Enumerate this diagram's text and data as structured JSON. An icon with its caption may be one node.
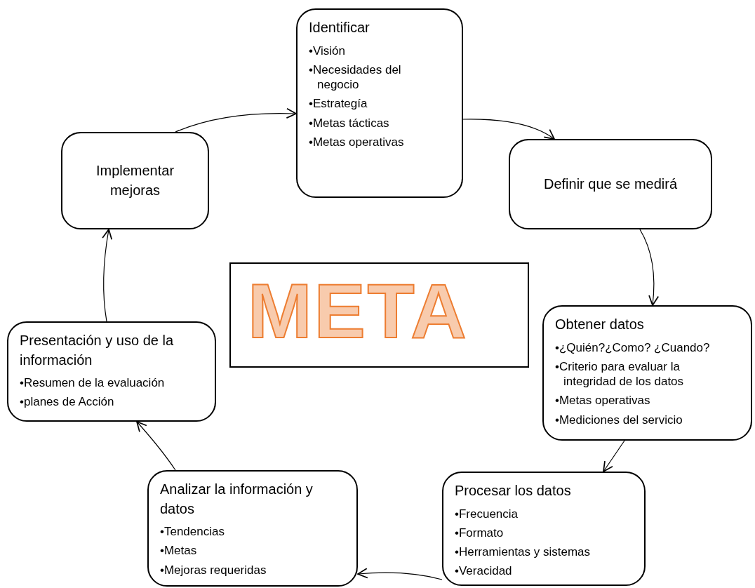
{
  "diagram": {
    "nodes": [
      {
        "text": [
          "Identificar",
          "•Visión",
          "•Necesidades del negocio",
          "•Estrategía",
          "•Metas tácticas",
          "•Metas operativas"
        ]
      },
      {
        "text": [
          "Definir que se medirá"
        ]
      },
      {
        "text": [
          "Obtener datos",
          "•¿Quién?¿Como? ¿Cuando?",
          "•Criterio para evaluar la integridad de los datos",
          "•Metas operativas",
          "•Mediciones del servicio"
        ]
      },
      {
        "text": [
          "Procesar los datos",
          "•Frecuencia",
          "•Formato",
          "•Herramientas y sistemas",
          "•Veracidad"
        ]
      },
      {
        "text": [
          "Analizar la información y datos",
          "•Tendencias",
          "•Metas",
          "•Mejoras requeridas"
        ]
      },
      {
        "text": [
          "Presentación y uso de la información",
          "•Resumen de la evaluación",
          "•planes de Acción"
        ]
      },
      {
        "text": [
          "Implementar mejoras"
        ]
      },
      {
        "text": [
          "META"
        ]
      }
    ],
    "edges": [
      {
        "from": 6,
        "to": 0,
        "arrow": "to"
      },
      {
        "from": 0,
        "to": 1,
        "arrow": "to"
      },
      {
        "from": 1,
        "to": 2,
        "arrow": "to"
      },
      {
        "from": 2,
        "to": 3,
        "arrow": "to"
      },
      {
        "from": 3,
        "to": 4,
        "arrow": "to"
      },
      {
        "from": 4,
        "to": 5,
        "arrow": "to"
      },
      {
        "from": 5,
        "to": 6,
        "arrow": "to"
      }
    ]
  }
}
